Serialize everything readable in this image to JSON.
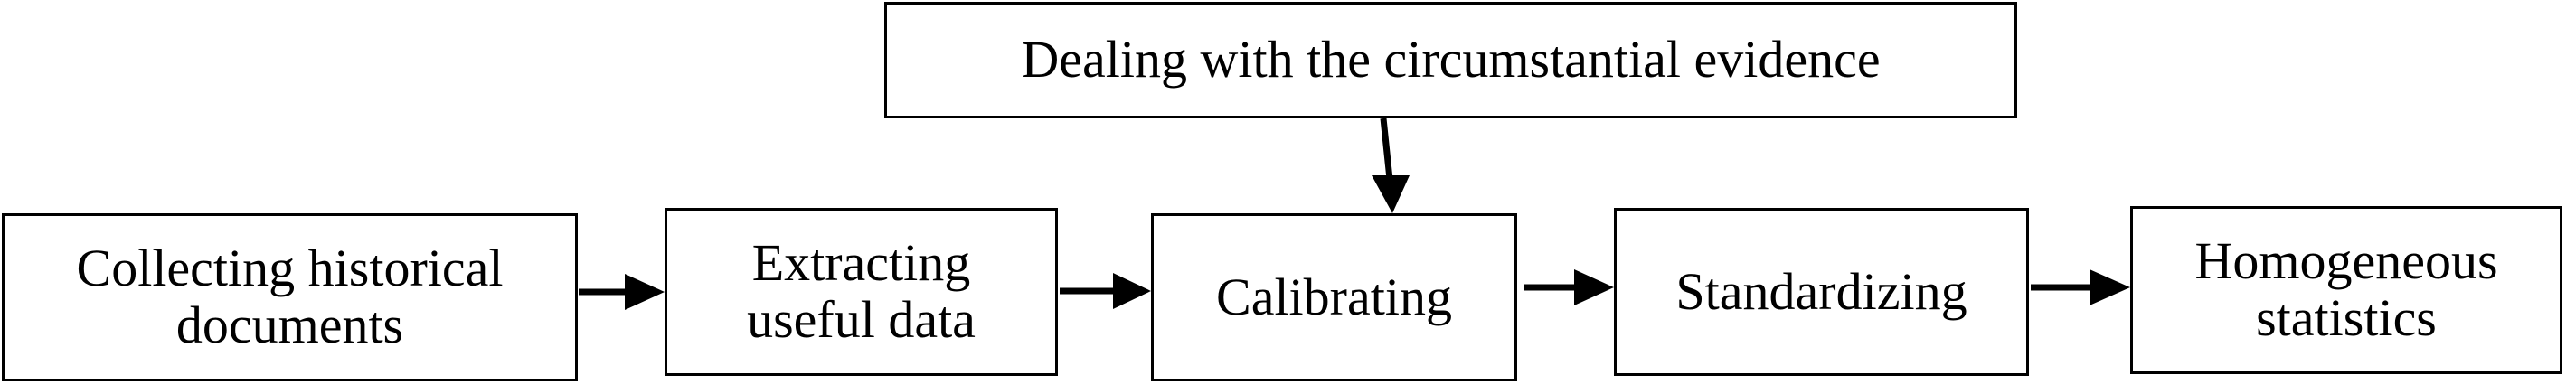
{
  "diagram": {
    "top_box": {
      "label": "Dealing with the circumstantial evidence"
    },
    "steps": [
      {
        "line1": "Collecting historical",
        "line2": "documents"
      },
      {
        "line1": "Extracting",
        "line2": "useful data"
      },
      {
        "line1": "Calibrating",
        "line2": ""
      },
      {
        "line1": "Standardizing",
        "line2": ""
      },
      {
        "line1": "Homogeneous",
        "line2": "statistics"
      }
    ]
  }
}
